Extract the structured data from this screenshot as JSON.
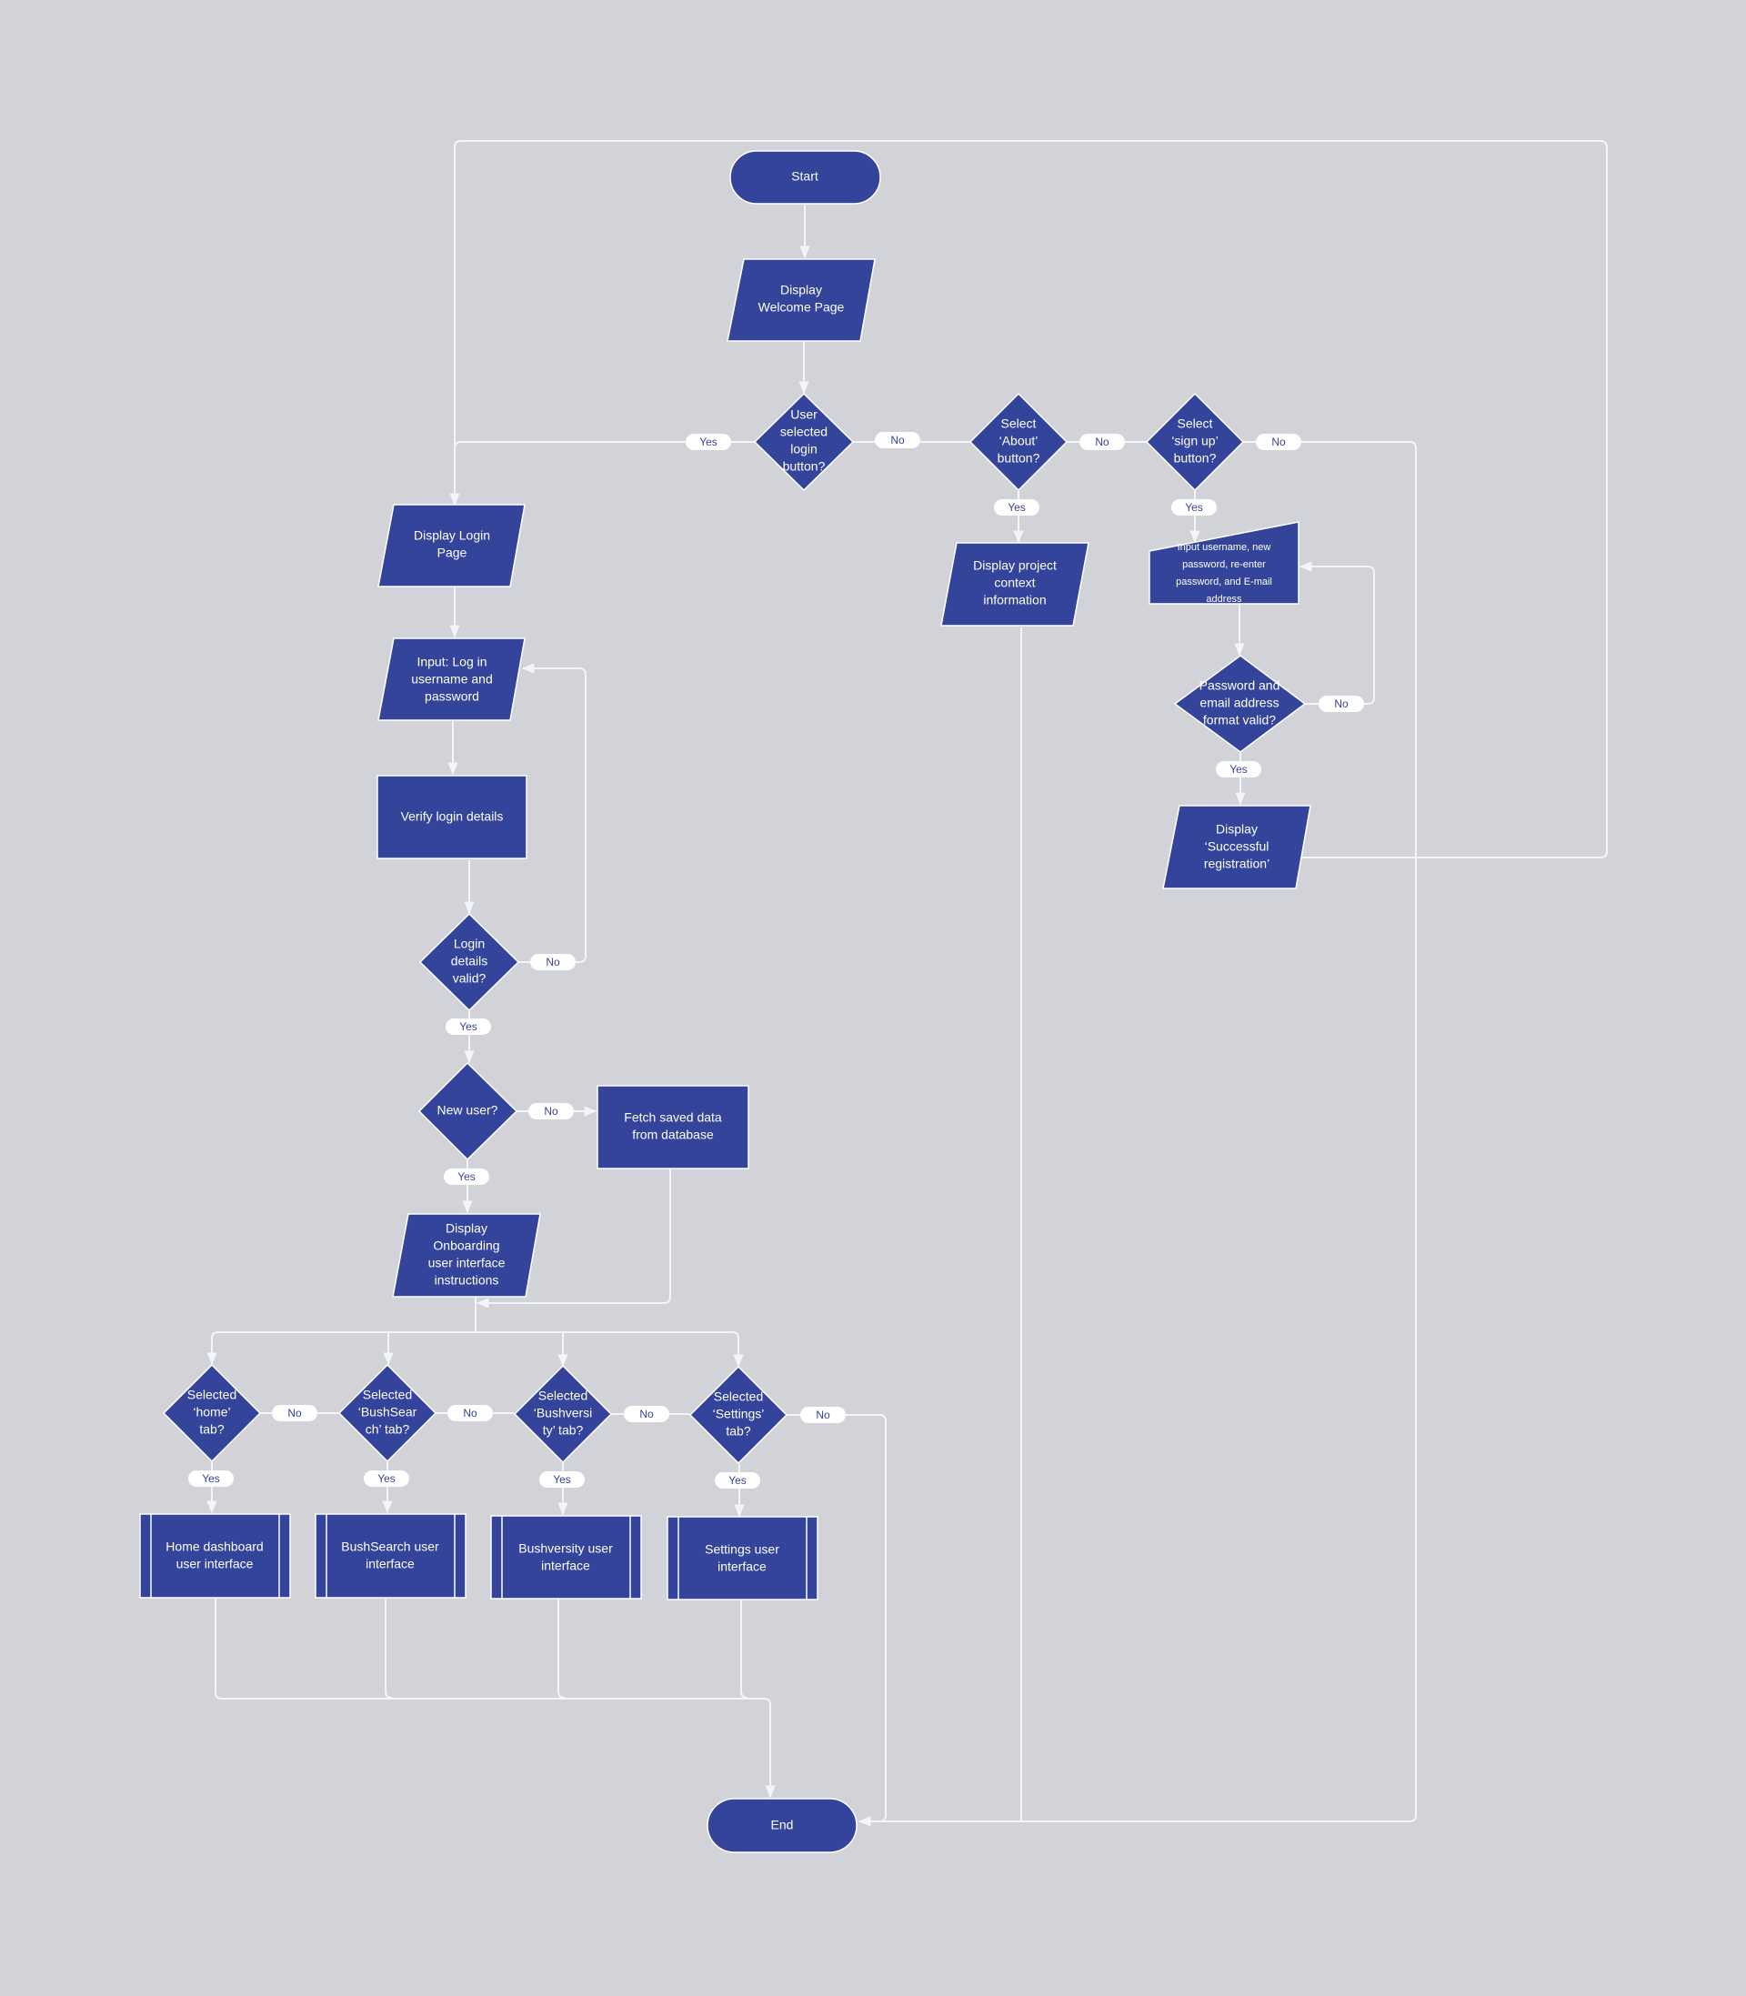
{
  "nodes": {
    "start": "Start",
    "welcome": [
      "Display",
      "Welcome Page"
    ],
    "login_q": [
      "User",
      "selected",
      "login",
      "button?"
    ],
    "about_q": [
      "Select",
      "‘About’",
      "button?"
    ],
    "signup_q": [
      "Select",
      "‘sign up’",
      "button?"
    ],
    "login_page": [
      "Display Login",
      "Page"
    ],
    "project_info": [
      "Display project",
      "context",
      "information"
    ],
    "input_reg": [
      "Input username, new",
      "password, re-enter",
      "password, and E-mail",
      "address"
    ],
    "input_login": [
      "Input: Log in",
      "username and",
      "password"
    ],
    "format_q": [
      "Password and",
      "email address",
      "format valid?"
    ],
    "verify": "Verify login details",
    "success": [
      "Display",
      "‘Successful",
      "registration’"
    ],
    "valid_q": [
      "Login",
      "details",
      "valid?"
    ],
    "new_user_q": "New user?",
    "fetch": [
      "Fetch saved data",
      "from database"
    ],
    "onboarding": [
      "Display",
      "Onboarding",
      "user interface",
      "instructions"
    ],
    "home_q": [
      "Selected",
      "‘home’",
      "tab?"
    ],
    "bushsearch_q": [
      "Selected",
      "‘BushSear",
      "ch’ tab?"
    ],
    "bushversity_q": [
      "Selected",
      "‘Bushversi",
      "ty’ tab?"
    ],
    "settings_q": [
      "Selected",
      "‘Settings’",
      "tab?"
    ],
    "home_ui": [
      "Home dashboard",
      "user interface"
    ],
    "bushsearch_ui": [
      "BushSearch user",
      "interface"
    ],
    "bushversity_ui": [
      "Bushversity user",
      "interface"
    ],
    "settings_ui": [
      "Settings user",
      "interface"
    ],
    "end": "End"
  },
  "branch_labels": {
    "yes": "Yes",
    "no": "No"
  },
  "colors": {
    "background": "#d2d3d8",
    "shape_fill": "#34449a",
    "connector": "#f4f5f8",
    "text": "#ffffff"
  }
}
